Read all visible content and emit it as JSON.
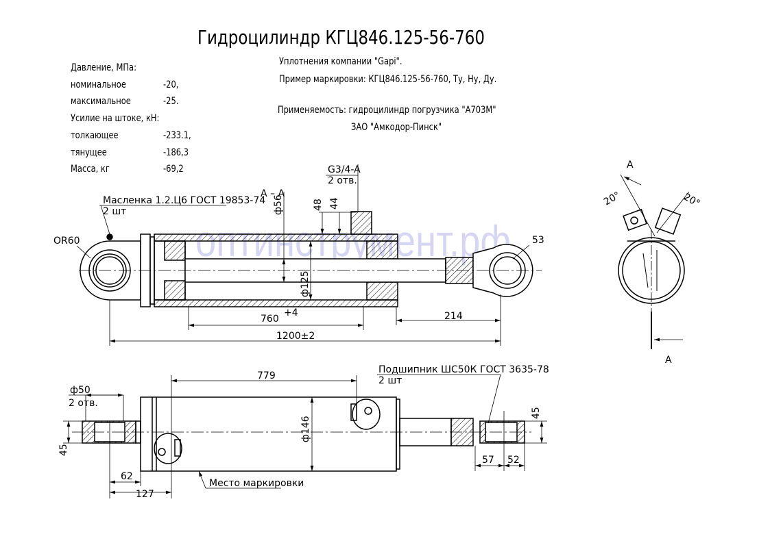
{
  "title": "Гидроцилиндр КГЦ846.125-56-760",
  "specs": [
    {
      "label": "Давление, МПа:",
      "value": ""
    },
    {
      "label": "номинальное",
      "value": "-20,"
    },
    {
      "label": "максимальное",
      "value": "-25."
    },
    {
      "label": "Усилие на штоке, кН:",
      "value": ""
    },
    {
      "label": "толкающее",
      "value": "-233.1,"
    },
    {
      "label": "тянущее",
      "value": "-186,3"
    },
    {
      "label": "Масса, кг",
      "value": "-69,2"
    }
  ],
  "notes": {
    "seals": "Уплотнения компании \"Gapi\".",
    "marking_example": "Пример маркировки: КГЦ846.125-56-760, Ту, Ну, Ду.",
    "applicability": "Применяемость: гидроцилиндр погрузчика \"А703М\"",
    "company": "ЗАО \"Амкодор-Пинск\""
  },
  "watermark": "оптинструмент.рф",
  "top_view": {
    "section_label": "А – А",
    "port_label": "G3/4-A",
    "port_count": "2 отв.",
    "oiler_label": "Масленка 1.2.Ц6 ГОСТ 19853-74",
    "oiler_count": "2 шт",
    "radius": "OR60",
    "dim_48": "48",
    "dim_44": "44",
    "dim_d56": "ф56",
    "dim_d125": "ф125",
    "dim_53": "53",
    "dim_stroke": "760",
    "dim_stroke_tol": "+4",
    "dim_214": "214",
    "dim_total": "1200±2"
  },
  "section_view": {
    "label_top": "А",
    "label_bottom": "А",
    "angle_left": "20°",
    "angle_right": "20°"
  },
  "bottom_view": {
    "dim_d50": "ф50",
    "holes": "2 отв.",
    "dim_779": "779",
    "bearing_label": "Подшипник ШС50К ГОСТ 3635-78",
    "bearing_count": "2 шт",
    "dim_d146": "ф146",
    "dim_45_left": "45",
    "dim_45_right": "45",
    "dim_62": "62",
    "dim_127": "127",
    "dim_57": "57",
    "dim_52": "52",
    "marking_place": "Место маркировки"
  }
}
